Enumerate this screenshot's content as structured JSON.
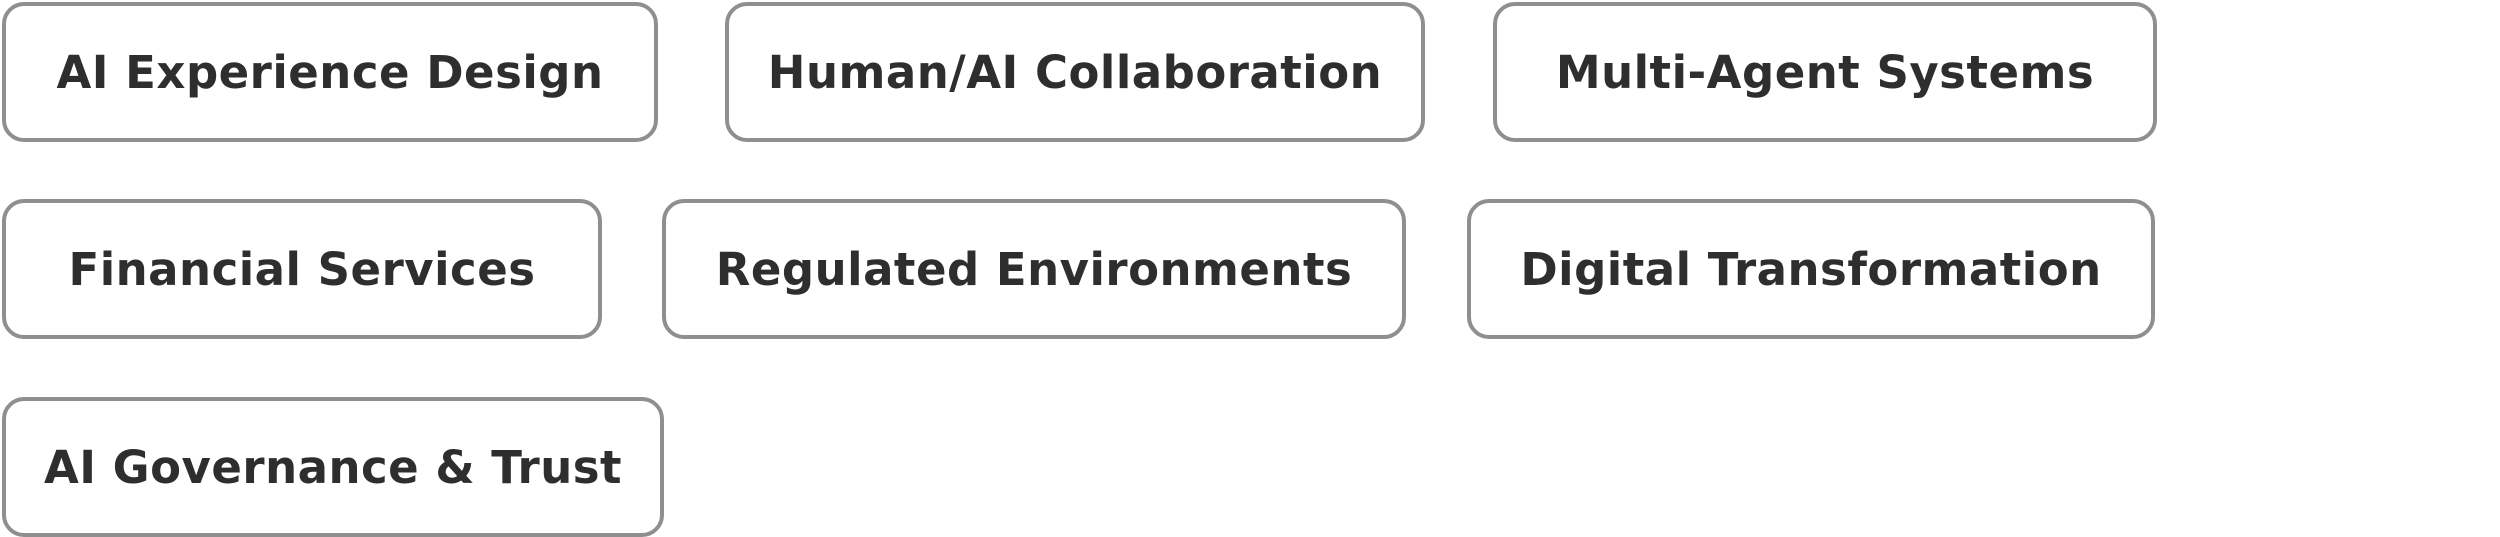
{
  "tags": [
    {
      "label": "AI Experience Design"
    },
    {
      "label": "Human/AI Collaboration"
    },
    {
      "label": "Multi-Agent Systems"
    },
    {
      "label": "Financial Services"
    },
    {
      "label": "Regulated Environments"
    },
    {
      "label": "Digital Transformation"
    },
    {
      "label": "AI Governance & Trust"
    }
  ],
  "colors": {
    "border": "#8f8f8f",
    "text": "#2e2e2e",
    "background": "#ffffff"
  }
}
